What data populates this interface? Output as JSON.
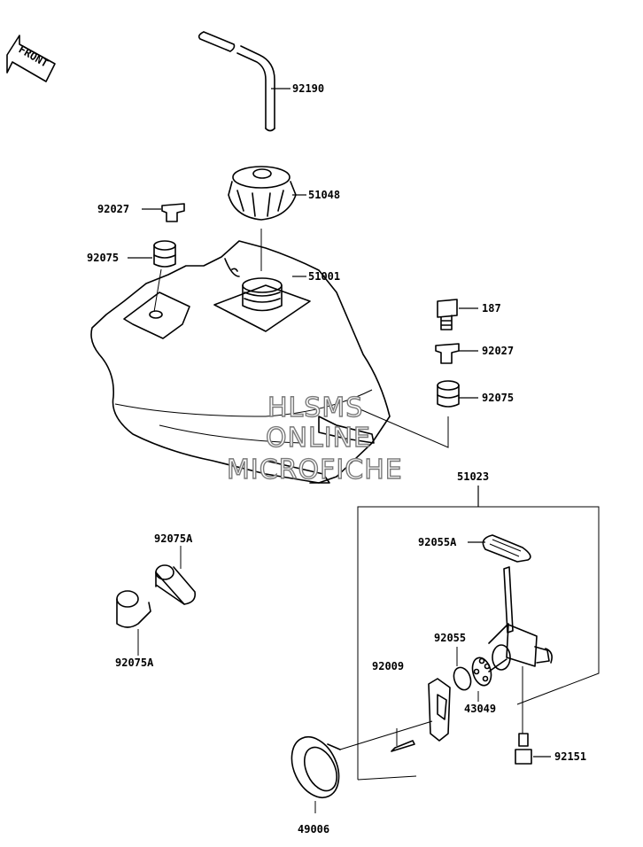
{
  "front_marker": "FRONT",
  "watermark": [
    "HLSMS",
    "ONLINE",
    "MICROFICHE"
  ],
  "parts": {
    "p92190": "92190",
    "p51048": "51048",
    "p92027_left": "92027",
    "p92075_left": "92075",
    "p51001": "51001",
    "p187": "187",
    "p92027_right": "92027",
    "p92075_right": "92075",
    "p51023": "51023",
    "p92055A": "92055A",
    "p92075A_top": "92075A",
    "p92075A_bottom": "92075A",
    "p92055": "92055",
    "p92009": "92009",
    "p43049": "43049",
    "p92151": "92151",
    "p49006": "49006"
  }
}
